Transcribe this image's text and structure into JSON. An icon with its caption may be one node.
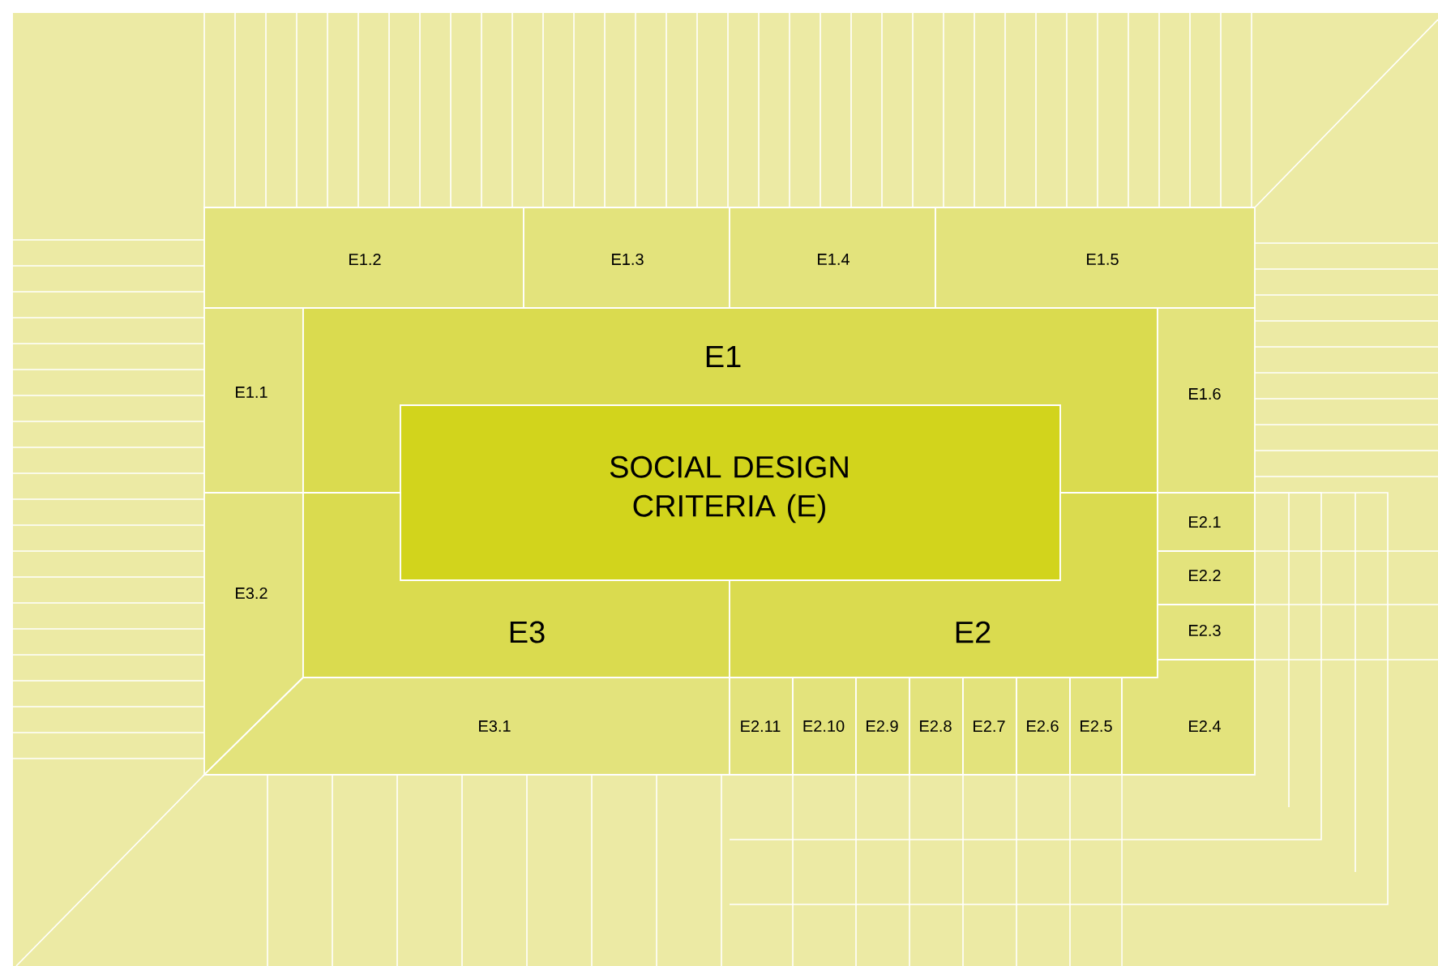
{
  "diagram": {
    "nodes": [
      {
        "text": [
          "E1.2"
        ]
      },
      {
        "text": [
          "E1.3"
        ]
      },
      {
        "text": [
          "E1.4"
        ]
      },
      {
        "text": [
          "E1.5"
        ]
      },
      {
        "text": [
          "E1.1"
        ]
      },
      {
        "text": [
          "E1"
        ]
      },
      {
        "text": [
          "E1.6"
        ]
      },
      {
        "text": [
          "SOCIAL DESIGN CRITERIA (E)"
        ]
      },
      {
        "text": [
          "E2.1"
        ]
      },
      {
        "text": [
          "E3.2"
        ]
      },
      {
        "text": [
          "E2.2"
        ]
      },
      {
        "text": [
          "E3"
        ]
      },
      {
        "text": [
          "E2"
        ]
      },
      {
        "text": [
          "E2.3"
        ]
      },
      {
        "text": [
          "E3.1"
        ]
      },
      {
        "text": [
          "E2.11"
        ]
      },
      {
        "text": [
          "E2.10"
        ]
      },
      {
        "text": [
          "E2.9"
        ]
      },
      {
        "text": [
          "E2.8"
        ]
      },
      {
        "text": [
          "E2.7"
        ]
      },
      {
        "text": [
          "E2.6"
        ]
      },
      {
        "text": [
          "E2.5"
        ]
      },
      {
        "text": [
          "E2.4"
        ]
      }
    ]
  }
}
